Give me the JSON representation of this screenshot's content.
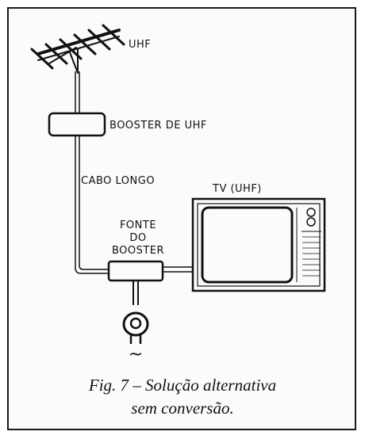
{
  "labels": {
    "uhf": "UHF",
    "booster": "BOOSTER DE UHF",
    "cable": "CABO LONGO",
    "tv": "TV  (UHF)",
    "power_supply_line1": "FONTE",
    "power_supply_line2": "DO",
    "power_supply_line3": "BOOSTER",
    "ac_symbol": "~"
  },
  "caption": {
    "line1": "Fig. 7 – Solução alternativa",
    "line2": "sem conversão."
  },
  "colors": {
    "ink": "#111111",
    "paper": "#fbfbfa"
  }
}
